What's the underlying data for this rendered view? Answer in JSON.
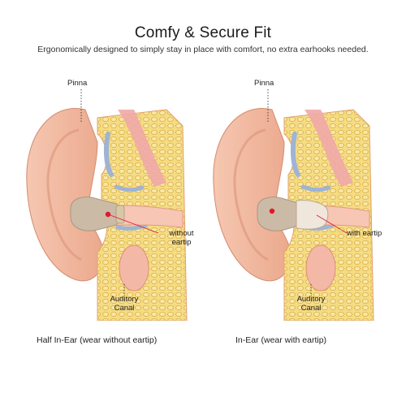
{
  "header": {
    "title": "Comfy & Secure Fit",
    "subtitle": "Ergonomically designed to simply stay in place with comfort, no extra earhooks needed."
  },
  "panels": [
    {
      "pinna_label": "Pinna",
      "tip_label": "without eartip",
      "canal_label_line1": "Auditory",
      "canal_label_line2": "Canal",
      "caption": "Half In-Ear (wear without eartip)"
    },
    {
      "pinna_label": "Pinna",
      "tip_label": "with eartip",
      "canal_label_line1": "Auditory",
      "canal_label_line2": "Canal",
      "caption": "In-Ear (wear with eartip)"
    }
  ],
  "colors": {
    "skin": "#f2b79c",
    "skin_dark": "#e39a7e",
    "bone": "#f3d77a",
    "bone_cells": "#e5b84a",
    "cartilage": "#9fb4d4",
    "canal": "#f7c6b5",
    "earbud": "#c9b8a3",
    "eartip": "#efe6dc",
    "accent_dot": "#e0182c"
  }
}
